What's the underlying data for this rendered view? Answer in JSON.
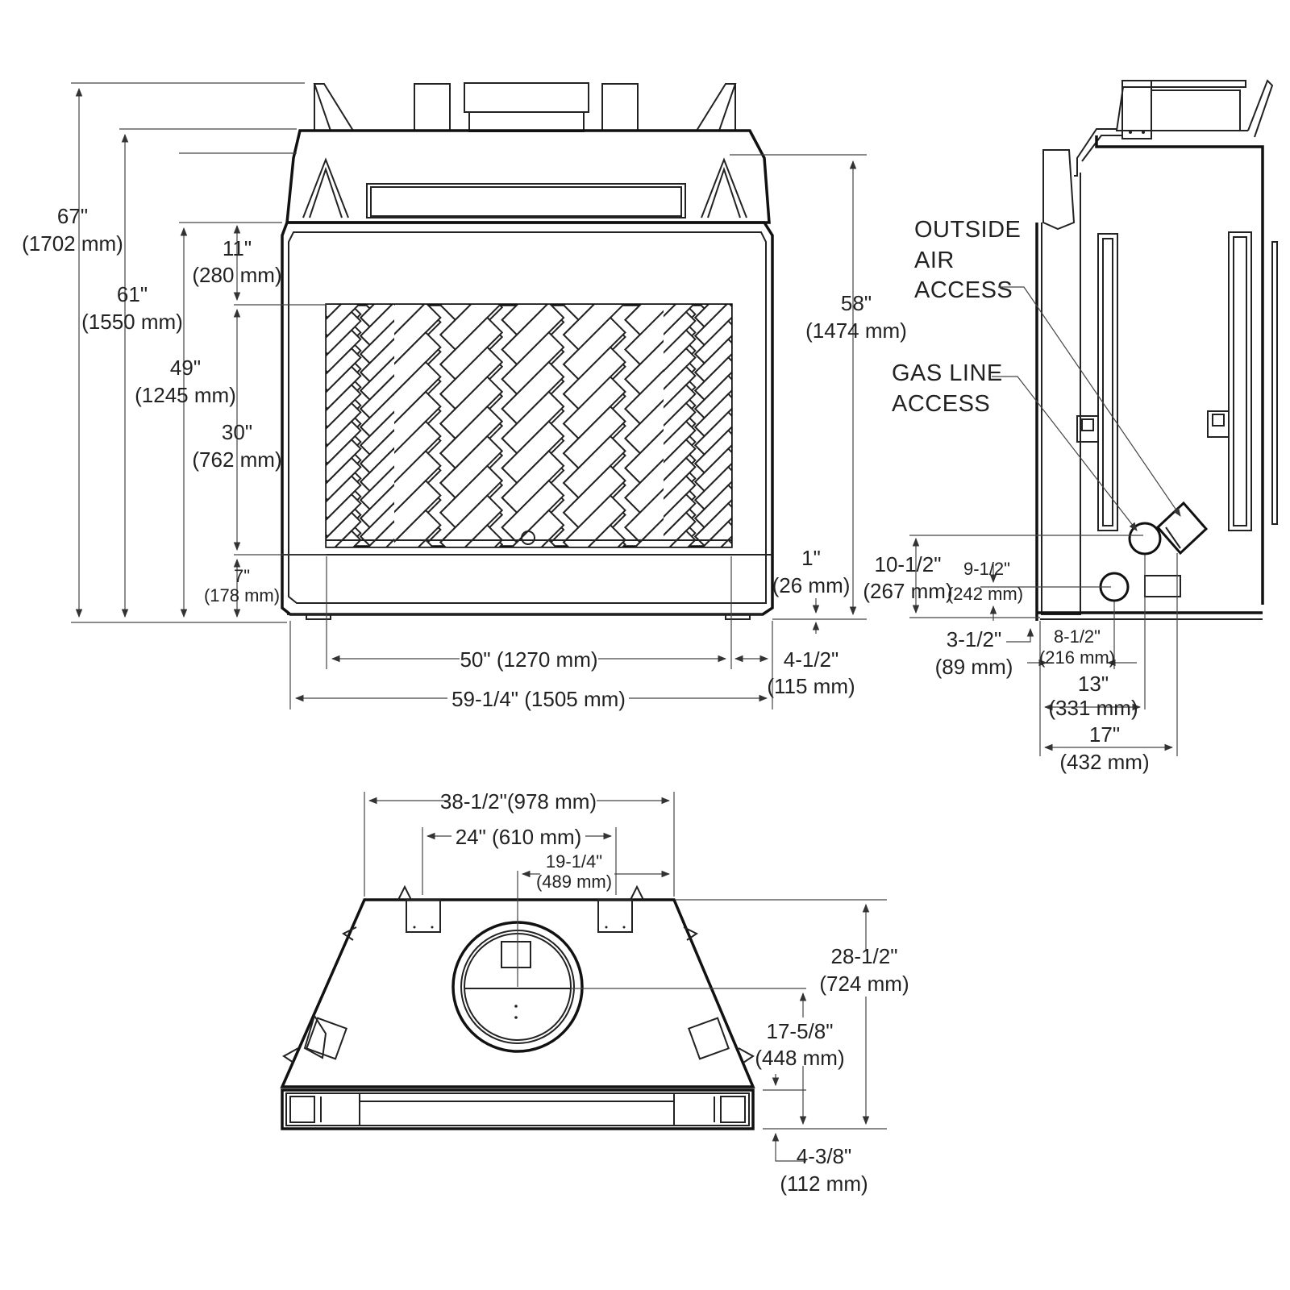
{
  "front_view": {
    "height_overall": {
      "in": "67\"",
      "mm": "(1702 mm)"
    },
    "height_to_top": {
      "in": "61\"",
      "mm": "(1550 mm)"
    },
    "height_to_frame": {
      "in": "49\"",
      "mm": "(1245 mm)"
    },
    "header_height": {
      "in": "11\"",
      "mm": "(280 mm)"
    },
    "opening_height": {
      "in": "30\"",
      "mm": "(762 mm)"
    },
    "base_height": {
      "in": "7\"",
      "mm": "(178 mm)"
    },
    "right_height": {
      "in": "58\"",
      "mm": "(1474 mm)"
    },
    "base_offset": {
      "in": "1\"",
      "mm": "(26 mm)"
    },
    "opening_width": "50\" (1270 mm)",
    "side_offset": {
      "in": "4-1/2\"",
      "mm": "(115 mm)"
    },
    "overall_width": "59-1/4\" (1505 mm)"
  },
  "side_view": {
    "callout_air": [
      "OUTSIDE",
      "AIR",
      "ACCESS"
    ],
    "callout_gas": [
      "GAS LINE",
      "ACCESS"
    ],
    "air_height": {
      "in": "10-1/2\"",
      "mm": "(267 mm)"
    },
    "gas_height": {
      "in": "9-1/2\"",
      "mm": "(242 mm)"
    },
    "gas_bottom": {
      "in": "3-1/2\"",
      "mm": "(89 mm)"
    },
    "gas_depth": {
      "in": "8-1/2\"",
      "mm": "(216 mm)"
    },
    "air_depth": {
      "in": "13\"",
      "mm": "(331 mm)"
    },
    "overall_depth": {
      "in": "17\"",
      "mm": "(432 mm)"
    }
  },
  "top_view": {
    "rear_width": "38-1/2\"(978 mm)",
    "bracket_spacing": "24\" (610 mm)",
    "flue_offset": {
      "in": "19-1/4\"",
      "mm": "(489 mm)"
    },
    "depth": {
      "in": "28-1/2\"",
      "mm": "(724 mm)"
    },
    "flue_depth": {
      "in": "17-5/8\"",
      "mm": "(448 mm)"
    },
    "front_offset": {
      "in": "4-3/8\"",
      "mm": "(112 mm)"
    }
  }
}
